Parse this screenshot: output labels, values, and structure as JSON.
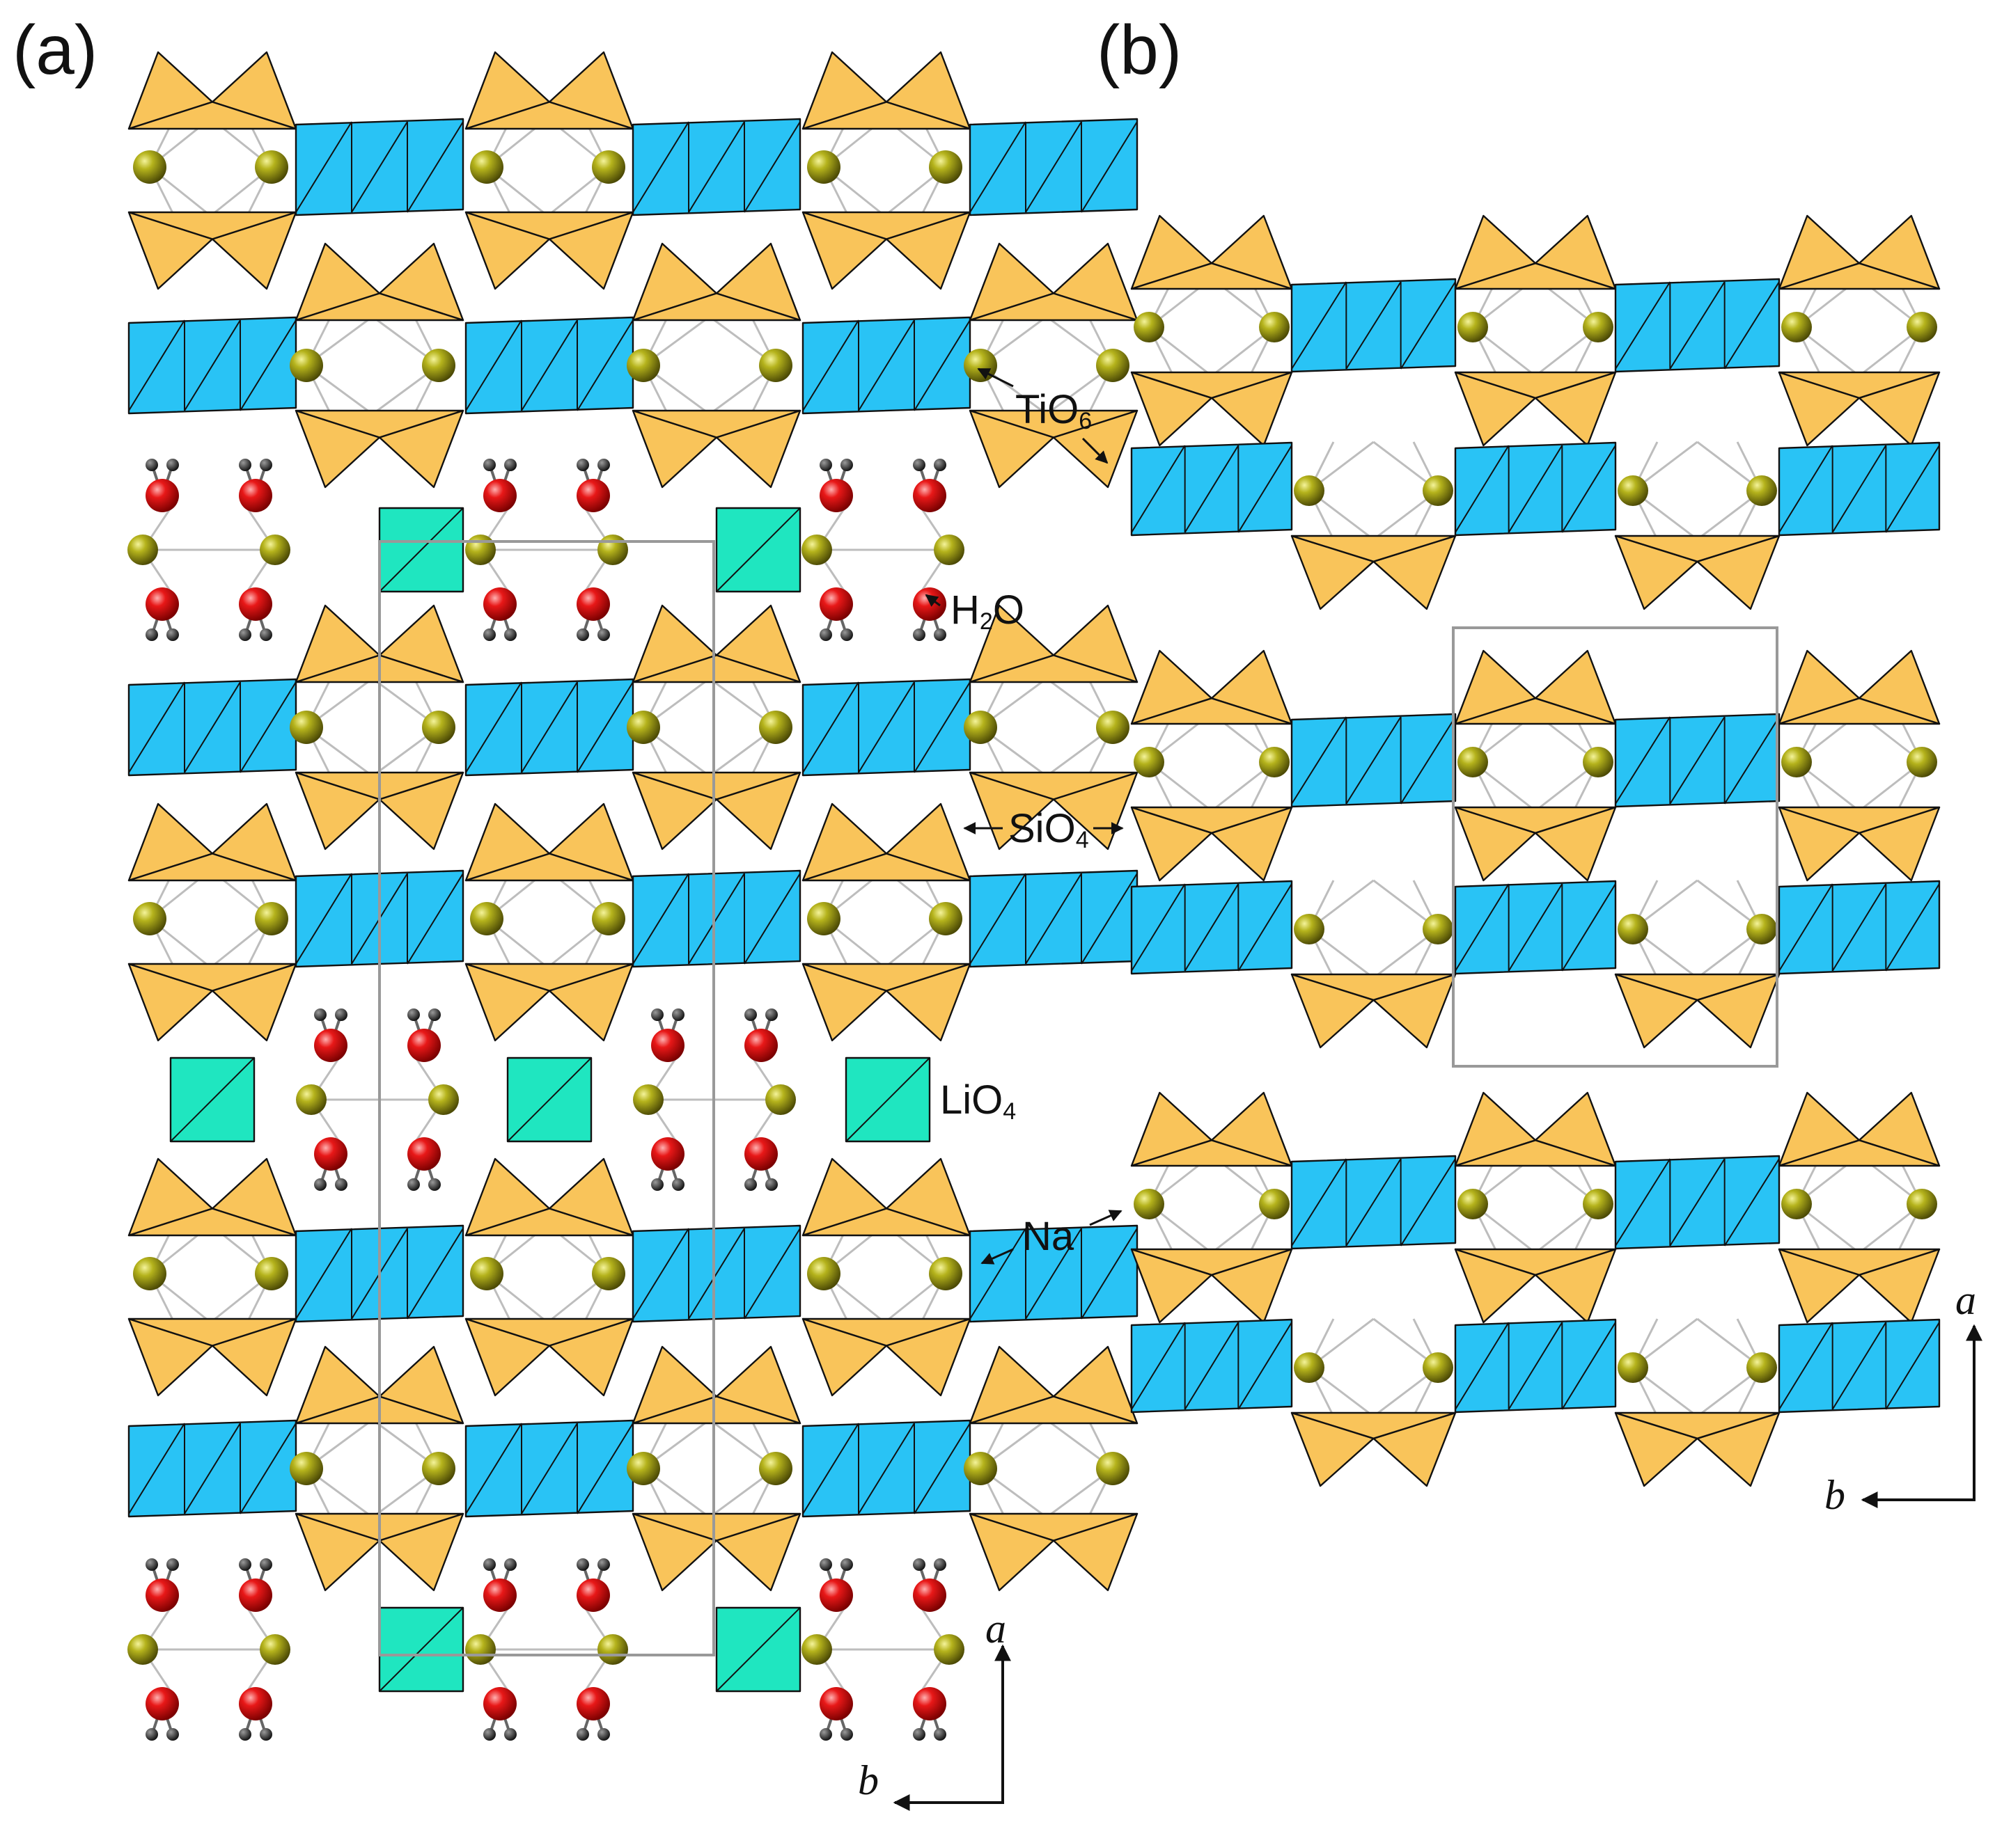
{
  "panels": {
    "a": {
      "label": "(a)"
    },
    "b": {
      "label": "(b)"
    }
  },
  "callouts": {
    "tio": {
      "main": "TiO",
      "sub": "6"
    },
    "h2o": {
      "pre": "H",
      "sub": "2",
      "post": "O"
    },
    "sio": {
      "main": "SiO",
      "sub": "4"
    },
    "lio": {
      "main": "LiO",
      "sub": "4"
    },
    "na": {
      "main": "Na"
    }
  },
  "axes": {
    "a": {
      "up": "a",
      "left": "b"
    },
    "b": {
      "up": "a",
      "left": "b"
    }
  },
  "colors": {
    "tio6": "#29c3f5",
    "sio4": "#f9c45a",
    "lio4": "#1fe6c0",
    "na": "#8c8a10",
    "oxygen": "#e01010",
    "hydrogen": "#333333",
    "bonds": "#bdbdbd",
    "cell": "#999999"
  }
}
